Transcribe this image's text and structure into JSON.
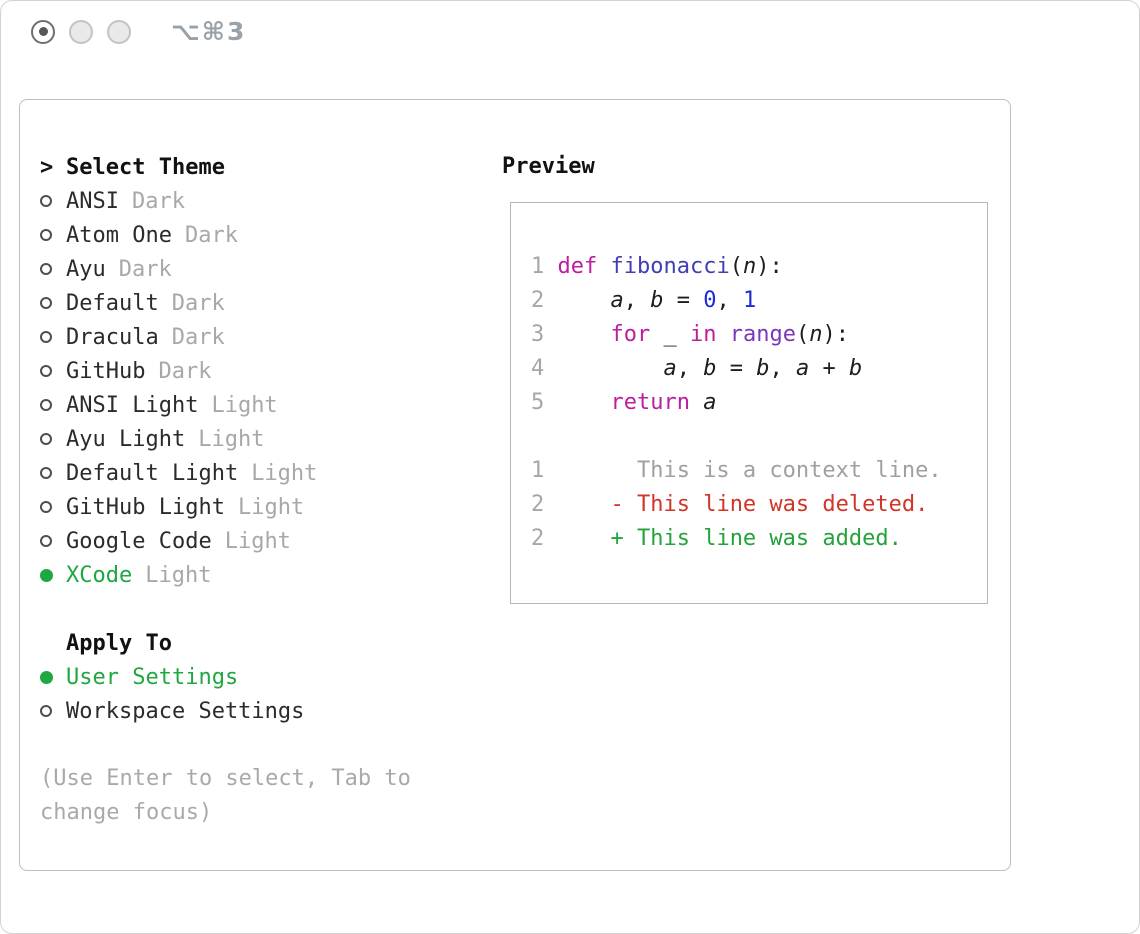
{
  "colors": {
    "accent-green": "#1fa742",
    "keyword": "#bb1f9d",
    "title": "#4040b2",
    "builtin": "#7d36b8",
    "number": "#1b2bd5",
    "plain": "#1d1d1f",
    "muted": "#a8a8a8",
    "linenum": "#a6a6a6",
    "context": "#a0a0a0",
    "deleted": "#d13428",
    "added": "#24a33c"
  },
  "titlebar": {
    "shortcut": "⌥⌘3"
  },
  "theme_panel": {
    "prefix": ">",
    "title": "Select Theme",
    "themes": [
      {
        "name": "ANSI",
        "variant": "Dark",
        "selected": false
      },
      {
        "name": "Atom One",
        "variant": "Dark",
        "selected": false
      },
      {
        "name": "Ayu",
        "variant": "Dark",
        "selected": false
      },
      {
        "name": "Default",
        "variant": "Dark",
        "selected": false
      },
      {
        "name": "Dracula",
        "variant": "Dark",
        "selected": false
      },
      {
        "name": "GitHub",
        "variant": "Dark",
        "selected": false
      },
      {
        "name": "ANSI Light",
        "variant": "Light",
        "selected": false
      },
      {
        "name": "Ayu Light",
        "variant": "Light",
        "selected": false
      },
      {
        "name": "Default Light",
        "variant": "Light",
        "selected": false
      },
      {
        "name": "GitHub Light",
        "variant": "Light",
        "selected": false
      },
      {
        "name": "Google Code",
        "variant": "Light",
        "selected": false
      },
      {
        "name": "XCode",
        "variant": "Light",
        "selected": true
      }
    ],
    "apply_to_title": "Apply To",
    "apply_options": [
      {
        "name": "User Settings",
        "selected": true
      },
      {
        "name": "Workspace Settings",
        "selected": false
      }
    ],
    "hint": "(Use Enter to select, Tab to change focus)"
  },
  "preview": {
    "title": "Preview",
    "code_lines": [
      {
        "num": "1",
        "segments": [
          {
            "t": " ",
            "s": "plain"
          },
          {
            "t": "def",
            "s": "keyword"
          },
          {
            "t": " ",
            "s": "plain"
          },
          {
            "t": "fibonacci",
            "s": "title"
          },
          {
            "t": "(",
            "s": "plain"
          },
          {
            "t": "n",
            "s": "var"
          },
          {
            "t": "):",
            "s": "plain"
          }
        ]
      },
      {
        "num": "2",
        "segments": [
          {
            "t": "     ",
            "s": "plain"
          },
          {
            "t": "a",
            "s": "var"
          },
          {
            "t": ", ",
            "s": "plain"
          },
          {
            "t": "b",
            "s": "var"
          },
          {
            "t": " = ",
            "s": "plain"
          },
          {
            "t": "0",
            "s": "number"
          },
          {
            "t": ", ",
            "s": "plain"
          },
          {
            "t": "1",
            "s": "number"
          }
        ]
      },
      {
        "num": "3",
        "segments": [
          {
            "t": "     ",
            "s": "plain"
          },
          {
            "t": "for",
            "s": "keyword"
          },
          {
            "t": " _ ",
            "s": "plain"
          },
          {
            "t": "in",
            "s": "keyword"
          },
          {
            "t": " ",
            "s": "plain"
          },
          {
            "t": "range",
            "s": "builtin"
          },
          {
            "t": "(",
            "s": "plain"
          },
          {
            "t": "n",
            "s": "var"
          },
          {
            "t": "):",
            "s": "plain"
          }
        ]
      },
      {
        "num": "4",
        "segments": [
          {
            "t": "         ",
            "s": "plain"
          },
          {
            "t": "a",
            "s": "var"
          },
          {
            "t": ", ",
            "s": "plain"
          },
          {
            "t": "b",
            "s": "var"
          },
          {
            "t": " = ",
            "s": "plain"
          },
          {
            "t": "b",
            "s": "var"
          },
          {
            "t": ", ",
            "s": "plain"
          },
          {
            "t": "a",
            "s": "var"
          },
          {
            "t": " + ",
            "s": "plain"
          },
          {
            "t": "b",
            "s": "var"
          }
        ]
      },
      {
        "num": "5",
        "segments": [
          {
            "t": "     ",
            "s": "plain"
          },
          {
            "t": "return",
            "s": "keyword"
          },
          {
            "t": " ",
            "s": "plain"
          },
          {
            "t": "a",
            "s": "var"
          }
        ]
      }
    ],
    "diff_lines": [
      {
        "num": "1",
        "segments": [
          {
            "t": "       This is a context line.",
            "s": "context"
          }
        ]
      },
      {
        "num": "2",
        "segments": [
          {
            "t": "     ",
            "s": "plain"
          },
          {
            "t": "- This line was deleted.",
            "s": "deleted"
          }
        ]
      },
      {
        "num": "2",
        "segments": [
          {
            "t": "     ",
            "s": "plain"
          },
          {
            "t": "+ This line was added.",
            "s": "added"
          }
        ]
      }
    ]
  }
}
